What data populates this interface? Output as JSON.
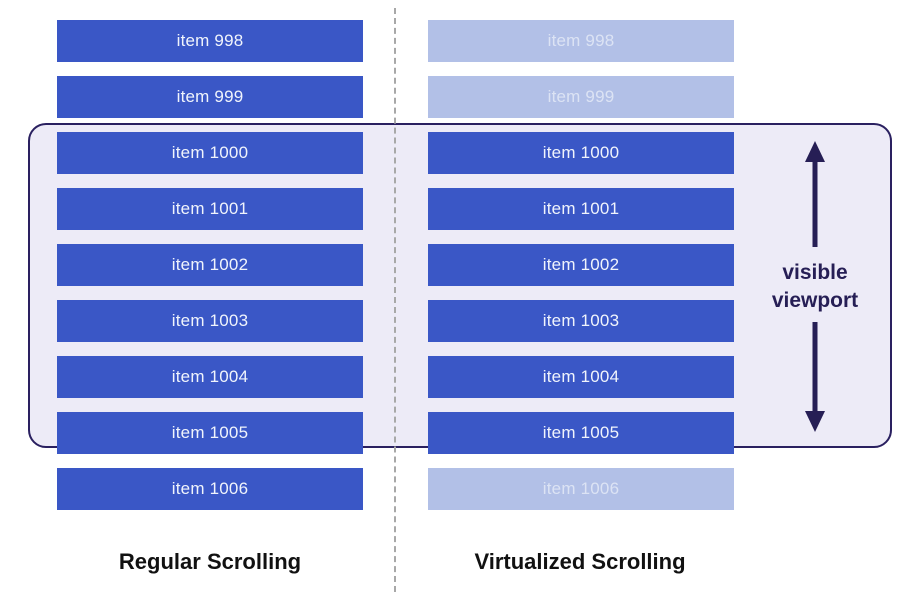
{
  "diagram": {
    "viewport": {
      "line1": "visible",
      "line2": "viewport"
    },
    "columns": [
      {
        "id": "regular",
        "title": "Regular Scrolling",
        "items": [
          {
            "label": "item 998",
            "faded": false
          },
          {
            "label": "item 999",
            "faded": false
          },
          {
            "label": "item 1000",
            "faded": false
          },
          {
            "label": "item 1001",
            "faded": false
          },
          {
            "label": "item 1002",
            "faded": false
          },
          {
            "label": "item 1003",
            "faded": false
          },
          {
            "label": "item 1004",
            "faded": false
          },
          {
            "label": "item 1005",
            "faded": false
          },
          {
            "label": "item 1006",
            "faded": false
          }
        ]
      },
      {
        "id": "virtualized",
        "title": "Virtualized Scrolling",
        "items": [
          {
            "label": "item 998",
            "faded": true
          },
          {
            "label": "item 999",
            "faded": true
          },
          {
            "label": "item 1000",
            "faded": false
          },
          {
            "label": "item 1001",
            "faded": false
          },
          {
            "label": "item 1002",
            "faded": false
          },
          {
            "label": "item 1003",
            "faded": false
          },
          {
            "label": "item 1004",
            "faded": false
          },
          {
            "label": "item 1005",
            "faded": false
          },
          {
            "label": "item 1006",
            "faded": true
          }
        ]
      }
    ]
  },
  "colors": {
    "bar_solid": "#3a57c6",
    "bar_faded": "#b2c0e7",
    "bar_text": "#f0f4fc",
    "bar_text_faded": "#dce3f4",
    "viewport_fill": "#edebf7",
    "viewport_border": "#2a2060",
    "arrow": "#261e55",
    "divider": "#a8a8a8",
    "title_text": "#111111"
  }
}
